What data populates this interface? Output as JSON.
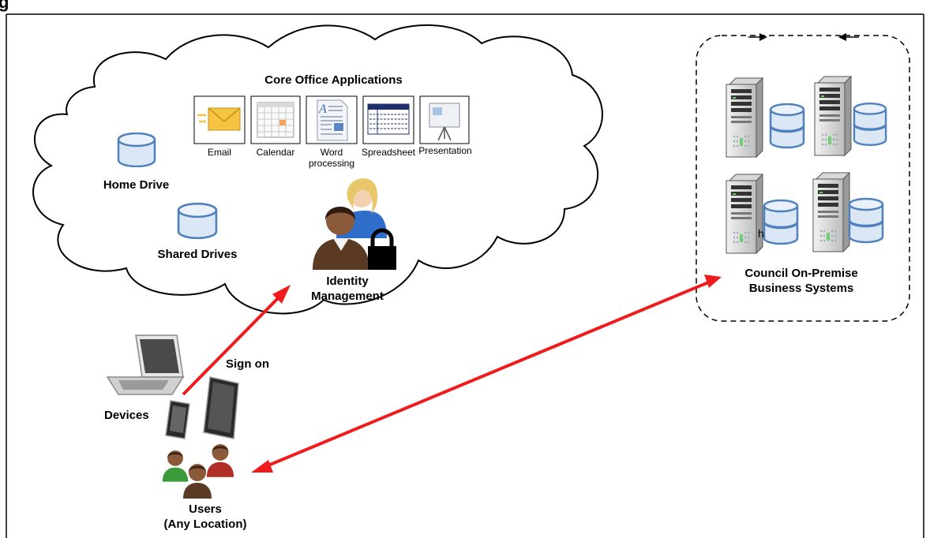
{
  "heading": "g",
  "cloud": {
    "title": "Core Office Applications",
    "apps": [
      {
        "label": "Email",
        "icon": "email-icon"
      },
      {
        "label": "Calendar",
        "icon": "calendar-icon"
      },
      {
        "label": "Word processing",
        "icon": "word-processing-icon"
      },
      {
        "label": "Spreadsheet",
        "icon": "spreadsheet-icon"
      },
      {
        "label": "Presentation",
        "icon": "presentation-icon"
      }
    ],
    "home_drive": "Home Drive",
    "shared_drives": "Shared Drives",
    "identity_line1": "Identity",
    "identity_line2": "Management"
  },
  "on_premise": {
    "title_line1": "Council On-Premise",
    "title_line2": "Business Systems",
    "stray_char": "h"
  },
  "sign_on": "Sign on",
  "devices": "Devices",
  "users_line1": "Users",
  "users_line2": "(Any Location)",
  "colors": {
    "arrow": "#ee1c1c",
    "disk_fill": "#dbe7f5",
    "disk_stroke": "#4f81bd",
    "cloud_stroke": "#000000"
  }
}
